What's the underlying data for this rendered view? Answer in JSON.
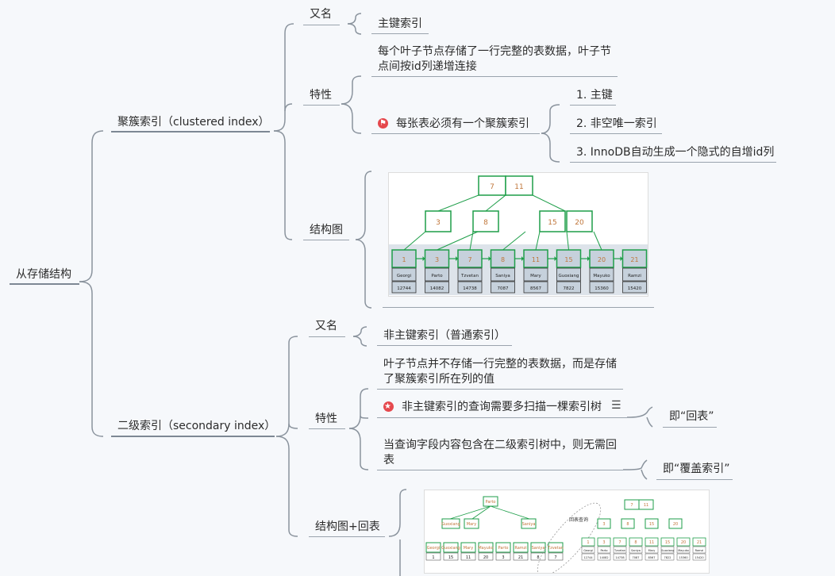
{
  "root": {
    "label": "从存储结构"
  },
  "clustered": {
    "label": "聚簇索引（clustered index）",
    "alias": {
      "label": "又名",
      "value": "主键索引"
    },
    "features": {
      "label": "特性",
      "desc": "每个叶子节点存储了一行完整的表数据，叶子节点间按id列递增连接",
      "must": "每张表必须有一个聚簇索引",
      "rules": [
        "1. 主键",
        "2. 非空唯一索引",
        "3. InnoDB自动生成一个隐式的自增id列"
      ]
    },
    "diagram": {
      "label": "结构图",
      "root_keys": [
        "7",
        "11"
      ],
      "mid_keys": [
        [
          "3"
        ],
        [
          "8"
        ],
        [
          "15",
          "20"
        ]
      ],
      "leaves": [
        {
          "id": "1",
          "name": "Georgi",
          "val": "12744"
        },
        {
          "id": "3",
          "name": "Parto",
          "val": "14082"
        },
        {
          "id": "7",
          "name": "Tzvetan",
          "val": "14738"
        },
        {
          "id": "8",
          "name": "Saniya",
          "val": "7087"
        },
        {
          "id": "11",
          "name": "Mary",
          "val": "8567"
        },
        {
          "id": "15",
          "name": "Guoxiang",
          "val": "7822"
        },
        {
          "id": "20",
          "name": "Mayuko",
          "val": "15360"
        },
        {
          "id": "21",
          "name": "Ramzi",
          "val": "15420"
        }
      ]
    }
  },
  "secondary": {
    "label": "二级索引（secondary index）",
    "alias": {
      "label": "又名",
      "value": "非主键索引（普通索引）"
    },
    "features": {
      "label": "特性",
      "desc": "叶子节点并不存储一行完整的表数据，而是存储了聚簇索引所在列的值",
      "query": "非主键索引的查询需要多扫描一棵索引树",
      "query_note": "即“回表”",
      "cover": "当查询字段内容包含在二级索引树中，则无需回表",
      "cover_note": "即“覆盖索引”"
    },
    "diagram": {
      "label": "结构图+回表",
      "annotation": "回表查询",
      "sec_root": "Parto",
      "sec_mid": [
        "Guoxiang",
        "Mary",
        "Saniya"
      ],
      "sec_leaves": [
        {
          "name": "Georgi",
          "val": "1"
        },
        {
          "name": "Guoxiang",
          "val": "15"
        },
        {
          "name": "Mary",
          "val": "11"
        },
        {
          "name": "Mayuko",
          "val": "20"
        },
        {
          "name": "Parto",
          "val": "3"
        },
        {
          "name": "Ramzi",
          "val": "21"
        },
        {
          "name": "Saniya",
          "val": "8"
        },
        {
          "name": "Tzvetan",
          "val": "7"
        }
      ],
      "pk_root": [
        "7",
        "11"
      ],
      "pk_mid": [
        "3",
        "8",
        "15",
        "20"
      ],
      "pk_leaves": [
        {
          "id": "1",
          "name": "Georgi",
          "val": "12744"
        },
        {
          "id": "3",
          "name": "Parto",
          "val": "14082"
        },
        {
          "id": "7",
          "name": "Tzvetan",
          "val": "14738"
        },
        {
          "id": "8",
          "name": "Saniya",
          "val": "7087"
        },
        {
          "id": "11",
          "name": "Mary",
          "val": "8567"
        },
        {
          "id": "15",
          "name": "Guoxiang",
          "val": "7822"
        },
        {
          "id": "20",
          "name": "Mayuko",
          "val": "15360"
        },
        {
          "id": "21",
          "name": "Ramzi",
          "val": "15420"
        }
      ]
    }
  },
  "colors": {
    "branch": "#8a939d",
    "tree_green": "#1e9e49",
    "leaf_fill": "#c6d1dc",
    "key_text": "#c0763a"
  }
}
